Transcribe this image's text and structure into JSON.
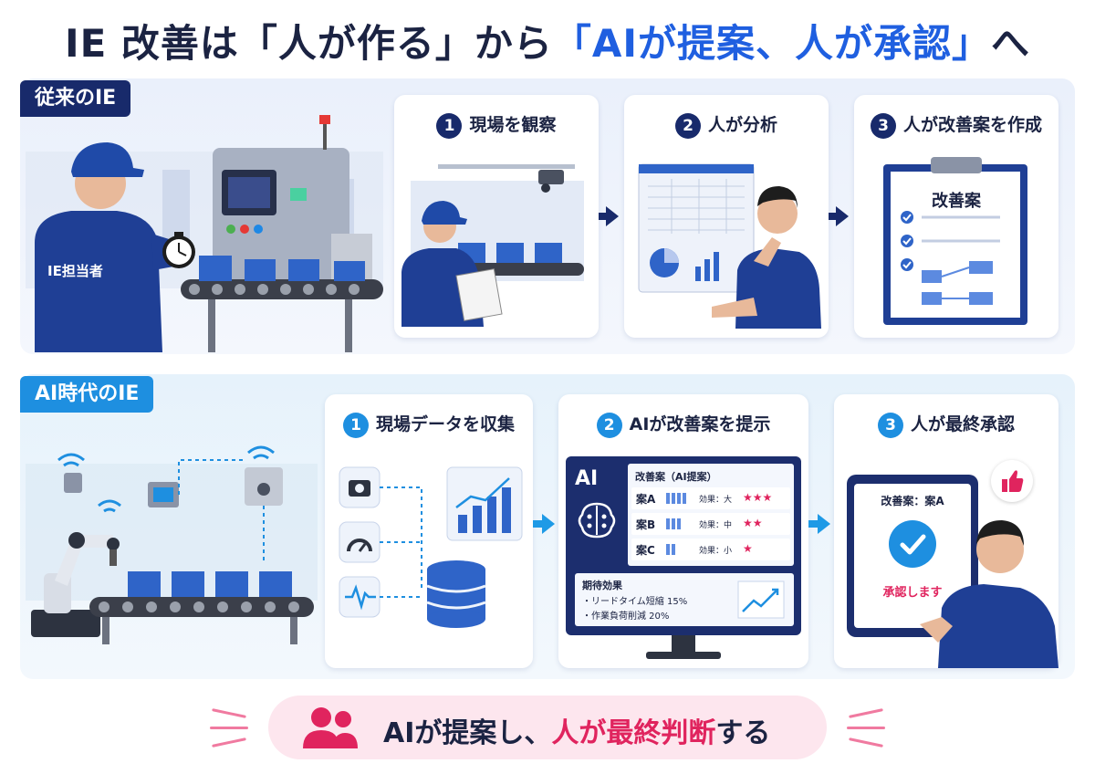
{
  "title": {
    "part1": "IE 改善は「人が作る」から",
    "part2": "「AIが提案、人が承認」",
    "part3": "へ"
  },
  "traditional": {
    "tag": "従来のIE",
    "worker_label": "IE担当者",
    "steps": [
      {
        "num": "1",
        "label": "現場を観察"
      },
      {
        "num": "2",
        "label": "人が分析"
      },
      {
        "num": "3",
        "label": "人が改善案を作成"
      }
    ],
    "clipboard_title": "改善案"
  },
  "ai_era": {
    "tag": "AI時代のIE",
    "steps": [
      {
        "num": "1",
        "label": "現場データを収集"
      },
      {
        "num": "2",
        "label": "AIが改善案を提示"
      },
      {
        "num": "3",
        "label": "人が最終承認"
      }
    ],
    "screen": {
      "ai_label": "AI",
      "title": "改善案（AI提案）",
      "rows": [
        {
          "name": "案A",
          "effect": "効果：大",
          "stars": "★★★"
        },
        {
          "name": "案B",
          "effect": "効果：中",
          "stars": "★★"
        },
        {
          "name": "案C",
          "effect": "効果：小",
          "stars": "★"
        }
      ],
      "expected_title": "期待効果",
      "expected_items": [
        "・リードタイム短縮 15%",
        "・作業負荷削減 20%"
      ]
    },
    "tablet": {
      "title": "改善案：案A",
      "approve": "承認します"
    }
  },
  "bottom": {
    "text1": "AIが提案し、",
    "text2": "人が最終判断",
    "text3": "する"
  },
  "colors": {
    "navy": "#182a6b",
    "sky": "#1e8fe0",
    "accent_blue": "#1f5fe0",
    "pink": "#e0245e"
  }
}
